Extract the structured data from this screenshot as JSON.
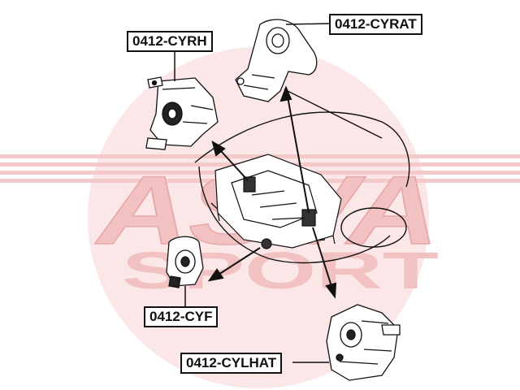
{
  "diagram": {
    "watermark": {
      "brand": "ASVA",
      "tagline": "SPORT"
    },
    "parts": [
      {
        "id": "cyrat",
        "label": "0412-CYRAT"
      },
      {
        "id": "cyrh",
        "label": "0412-CYRH"
      },
      {
        "id": "cyf",
        "label": "0412-CYF"
      },
      {
        "id": "cylhat",
        "label": "0412-CYLHAT"
      }
    ],
    "colors": {
      "ink": "#111111",
      "watermark": "#f4c9c9",
      "part_fill": "#ffffff"
    }
  }
}
